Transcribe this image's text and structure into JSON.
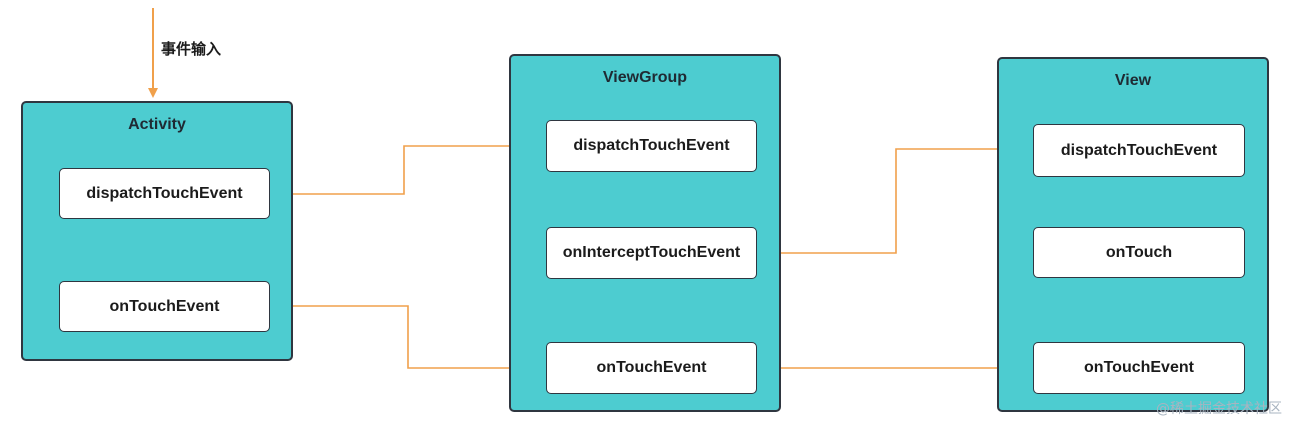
{
  "input_label": "事件输入",
  "activity": {
    "title": "Activity",
    "dispatch": "dispatchTouchEvent",
    "on_touch_event": "onTouchEvent"
  },
  "viewgroup": {
    "title": "ViewGroup",
    "dispatch": "dispatchTouchEvent",
    "intercept": "onInterceptTouchEvent",
    "on_touch_event": "onTouchEvent"
  },
  "view": {
    "title": "View",
    "dispatch": "dispatchTouchEvent",
    "on_touch": "onTouch",
    "on_touch_event": "onTouchEvent"
  },
  "watermark": "@稀土掘金技术社区",
  "colors": {
    "container_fill": "#4dccd0",
    "arrow": "#f0a04b",
    "border": "#2f3640"
  }
}
